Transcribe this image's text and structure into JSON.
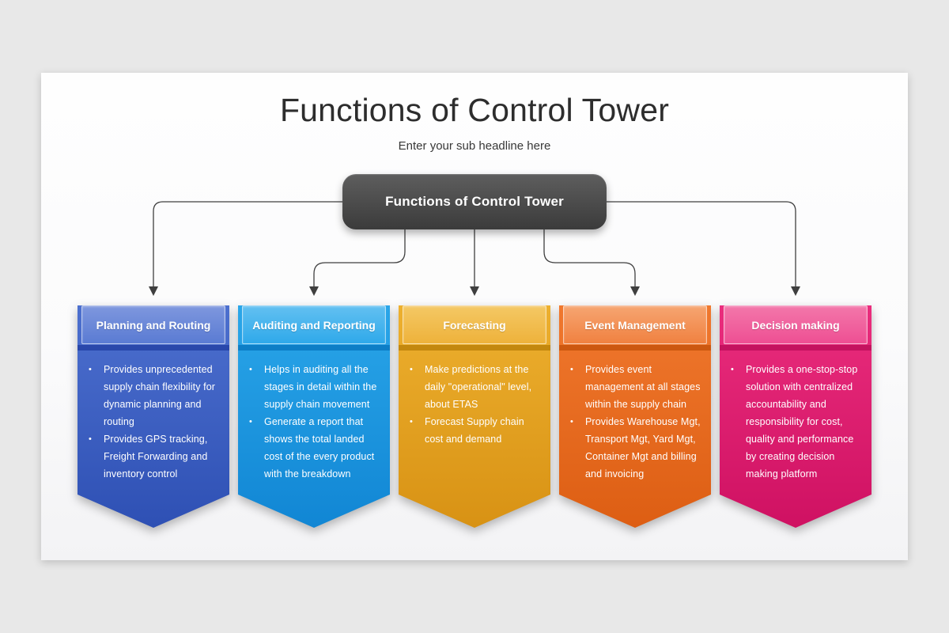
{
  "colors": {
    "page-bg": "#e8e8e8",
    "title-color": "#2d2d2d",
    "connector": "#3f3f3f",
    "root-top": "#5e5e5e",
    "root-bottom": "#3b3b3b"
  },
  "header": {
    "title": "Functions of Control Tower",
    "subtitle": "Enter your sub headline here"
  },
  "root_node": {
    "label": "Functions of Control Tower"
  },
  "bullet_glyph": "•",
  "cards": [
    {
      "title": "Planning and Routing",
      "bullets": [
        "Provides unprecedented supply chain flexibility for dynamic planning and routing",
        "Provides GPS tracking, Freight Forwarding and inventory control"
      ],
      "colors": {
        "band_top": "#7e97de",
        "band_bottom": "#5a7bd3",
        "body_top": "#4d70cf",
        "body_bottom": "#2e50b4",
        "fold": "#2947ab"
      }
    },
    {
      "title": "Auditing and Reporting",
      "bullets": [
        "Helps in auditing all the stages in detail within the supply chain movement",
        "Generate a report that shows the total landed cost of the every product with the breakdown"
      ],
      "colors": {
        "band_top": "#62c0f1",
        "band_bottom": "#2fa9ea",
        "body_top": "#2aa6e9",
        "body_bottom": "#1186d4",
        "fold": "#0d7ec6"
      }
    },
    {
      "title": "Forecasting",
      "bullets": [
        "Make predictions at the daily \"operational\" level, about ETAS",
        "Forecast Supply chain cost and demand"
      ],
      "colors": {
        "band_top": "#f4c864",
        "band_bottom": "#eeb23b",
        "body_top": "#edb02f",
        "body_bottom": "#d89214",
        "fold": "#c3880f"
      }
    },
    {
      "title": "Event Management",
      "bullets": [
        "Provides event management at all stages within the supply chain",
        "Provides Warehouse Mgt, Transport Mgt, Yard Mgt, Container Mgt and billing and invoicing"
      ],
      "colors": {
        "band_top": "#f6a571",
        "band_bottom": "#f08140",
        "body_top": "#f0782e",
        "body_bottom": "#dd5e13",
        "fold": "#cc5810"
      }
    },
    {
      "title": "Decision making",
      "bullets": [
        "Provides a one-stop-stop solution with centralized accountability and responsibility for cost, quality and performance by creating decision making platform"
      ],
      "colors": {
        "band_top": "#f377aa",
        "band_bottom": "#ee4f93",
        "body_top": "#ea2d7d",
        "body_bottom": "#cf1162",
        "fold": "#c4135f"
      }
    }
  ]
}
